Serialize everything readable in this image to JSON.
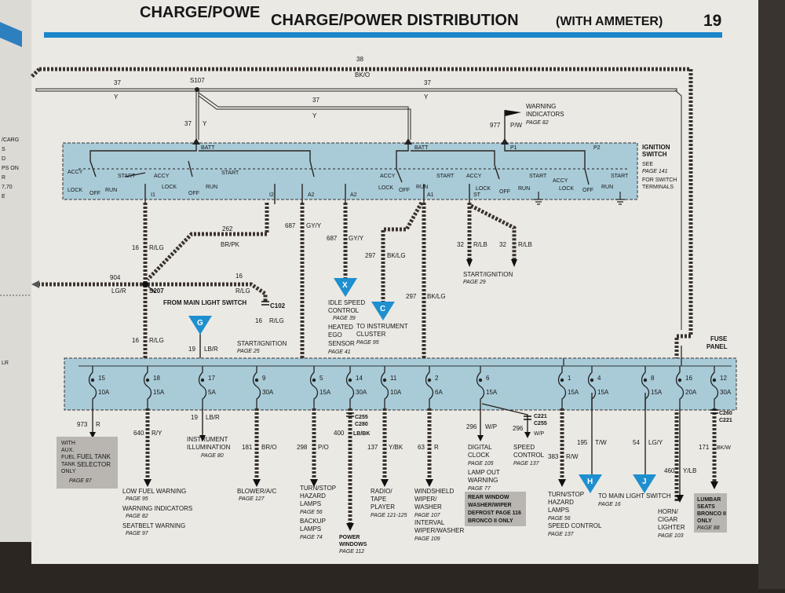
{
  "header": {
    "faded_text": "CHARGE/POWE",
    "title": "CHARGE/POWER DISTRIBUTION",
    "subtitle": "(WITH AMMETER)",
    "page_number": "19"
  },
  "left_page_fragments": [
    "/CARG",
    "S",
    "D",
    "PS ON",
    "R",
    "7,70",
    "E",
    "LR"
  ],
  "top_wires": [
    {
      "circuit": "38",
      "color": "BK/O"
    },
    {
      "circuit": "37",
      "color": "Y"
    },
    {
      "circuit": "37",
      "color": "Y"
    },
    {
      "circuit": "37",
      "color": "Y"
    },
    {
      "circuit": "37",
      "color": "Y"
    }
  ],
  "splice_top": "S107",
  "warning": {
    "circuit": "977",
    "color": "P/W",
    "label1": "WARNING",
    "label2": "INDICATORS",
    "page": "PAGE 82"
  },
  "ignition_switch": {
    "title1": "IGNITION",
    "title2": "SWITCH",
    "see": "SEE",
    "see_page": "PAGE 141",
    "see2": "FOR SWITCH",
    "see3": "TERMINALS",
    "batt": "BATT",
    "terminals": [
      "I1",
      "I2",
      "A2",
      "A2",
      "A1",
      "ST",
      "P1",
      "P2"
    ],
    "positions": [
      "ACCY",
      "START",
      "LOCK",
      "OFF",
      "RUN"
    ]
  },
  "mid_wires": [
    {
      "circuit": "16",
      "color": "R/LG"
    },
    {
      "circuit": "262",
      "color": "BR/PK"
    },
    {
      "circuit": "687",
      "color": "GY/Y"
    },
    {
      "circuit": "687",
      "color": "GY/Y"
    },
    {
      "circuit": "297",
      "color": "BK/LG"
    },
    {
      "circuit": "297",
      "color": "BK/LG"
    },
    {
      "circuit": "32",
      "color": "R/LB"
    },
    {
      "circuit": "32",
      "color": "R/LB"
    },
    {
      "circuit": "904",
      "color": "LG/R"
    },
    {
      "circuit": "16",
      "color": "R/LG"
    },
    {
      "circuit": "16",
      "color": "R/LG"
    },
    {
      "circuit": "16",
      "color": "R/LG"
    },
    {
      "circuit": "19",
      "color": "LB/R"
    }
  ],
  "splice_mid": "S207",
  "connector_c102": "C102",
  "labels_mid": {
    "from_main_light": "FROM MAIN LIGHT SWITCH",
    "start_ign_a": "START/IGNITION",
    "start_ign_a_page": "PAGE 29",
    "start_ign_b": "START/IGNITION",
    "start_ign_b_page": "PAGE 25",
    "idle_speed": [
      "IDLE SPEED",
      "CONTROL"
    ],
    "idle_page": "PAGE 39",
    "heated_ego": [
      "HEATED",
      "EGO",
      "SENSOR"
    ],
    "heated_page": "PAGE 41",
    "to_cluster": [
      "TO INSTRUMENT",
      "CLUSTER"
    ],
    "cluster_page": "PAGE 95"
  },
  "markers": [
    "X",
    "C",
    "G",
    "H",
    "J"
  ],
  "fuse_panel": {
    "title1": "FUSE",
    "title2": "PANEL",
    "fuses": [
      {
        "num": "15",
        "amp": "10A"
      },
      {
        "num": "18",
        "amp": "15A"
      },
      {
        "num": "17",
        "amp": "5A"
      },
      {
        "num": "9",
        "amp": "30A"
      },
      {
        "num": "5",
        "amp": "15A"
      },
      {
        "num": "14",
        "amp": "30A"
      },
      {
        "num": "11",
        "amp": "10A"
      },
      {
        "num": "2",
        "amp": "6A"
      },
      {
        "num": "6",
        "amp": "15A"
      },
      {
        "num": "1",
        "amp": "15A"
      },
      {
        "num": "4",
        "amp": "15A"
      },
      {
        "num": "8",
        "amp": "15A"
      },
      {
        "num": "16",
        "amp": "20A"
      },
      {
        "num": "12",
        "amp": "30A"
      }
    ]
  },
  "bottom_wires": [
    {
      "circuit": "973",
      "color": "R"
    },
    {
      "circuit": "640",
      "color": "R/Y"
    },
    {
      "circuit": "19",
      "color": "LB/R"
    },
    {
      "circuit": "181",
      "color": "BR/O"
    },
    {
      "circuit": "298",
      "color": "P/O"
    },
    {
      "circuit": "400",
      "color": "LB/BK"
    },
    {
      "circuit": "137",
      "color": "Y/BK"
    },
    {
      "circuit": "63",
      "color": "R"
    },
    {
      "circuit": "296",
      "color": "W/P"
    },
    {
      "circuit": "296",
      "color": "W/P"
    },
    {
      "circuit": "383",
      "color": "R/W"
    },
    {
      "circuit": "195",
      "color": "T/W"
    },
    {
      "circuit": "54",
      "color": "LG/Y"
    },
    {
      "circuit": "460",
      "color": "Y/LB"
    },
    {
      "circuit": "171",
      "color": "BK/W"
    }
  ],
  "connectors_bottom": [
    "C255",
    "C280",
    "C221",
    "C255",
    "C260",
    "C221"
  ],
  "loads": {
    "aux_fuel": [
      "WITH",
      "AUX.",
      "FUEL",
      "TANK",
      "ONLY"
    ],
    "fuel_tank_sel": [
      "FUEL TANK",
      "SELECTOR"
    ],
    "aux_page": "PAGE 87",
    "low_fuel": "LOW FUEL WARNING",
    "low_fuel_page": "PAGE 95",
    "warn_ind": "WARNING INDICATORS",
    "warn_ind_page": "PAGE 82",
    "seatbelt": "SEATBELT WARNING",
    "seatbelt_page": "PAGE 97",
    "instr_illum": [
      "INSTRUMENT",
      "ILLUMINATION"
    ],
    "instr_page": "PAGE 80",
    "blower": "BLOWER/A/C",
    "blower_page": "PAGE 127",
    "turnstop": [
      "TURN/STOP",
      "HAZARD",
      "LAMPS"
    ],
    "turnstop_page": "PAGE 56",
    "backup": [
      "BACKUP",
      "LAMPS"
    ],
    "backup_page": "PAGE 74",
    "power_windows": [
      "POWER",
      "WINDOWS"
    ],
    "pw_page": "PAGE 112",
    "radio": [
      "RADIO/",
      "TAPE",
      "PLAYER"
    ],
    "radio_page": "PAGE 121-125",
    "wiper": [
      "WINDSHIELD",
      "WIPER/",
      "WASHER"
    ],
    "wiper_page": "PAGE 107",
    "interval": [
      "INTERVAL",
      "WIPER/WASHER"
    ],
    "interval_page": "PAGE 109",
    "digital_clock": [
      "DIGITAL",
      "CLOCK"
    ],
    "clock_page": "PAGE 105",
    "lamp_out": [
      "LAMP OUT",
      "WARNING"
    ],
    "lamp_out_page": "PAGE 77",
    "rear_window": [
      "REAR WINDOW",
      "WASHER/WIPER",
      "DEFROST PAGE 116",
      "BRONCO II ONLY"
    ],
    "speed_ctrl": [
      "SPEED",
      "CONTROL"
    ],
    "speed_page": "PAGE 137",
    "turnstop2": [
      "TURN/STOP",
      "HAZARD",
      "LAMPS"
    ],
    "turnstop2_page": "PAGE 56",
    "speed_ctrl2": "SPEED CONTROL",
    "speed2_page": "PAGE 137",
    "to_main_light": "TO MAIN LIGHT SWITCH",
    "main_light_page": "PAGE 16",
    "horn": [
      "HORN/",
      "CIGAR",
      "LIGHTER"
    ],
    "horn_page": "PAGE 103",
    "lumbar": [
      "LUMBAR",
      "SEATS",
      "BRONCO II",
      "ONLY"
    ],
    "lumbar_page": "PAGE 88"
  },
  "colors": {
    "box_fill": "#a9cbd8",
    "rule_blue": "#1c86c8",
    "marker_blue": "#1e8fcf",
    "paper": "#ebe9e4",
    "gray_box": "#b9b6b1"
  }
}
